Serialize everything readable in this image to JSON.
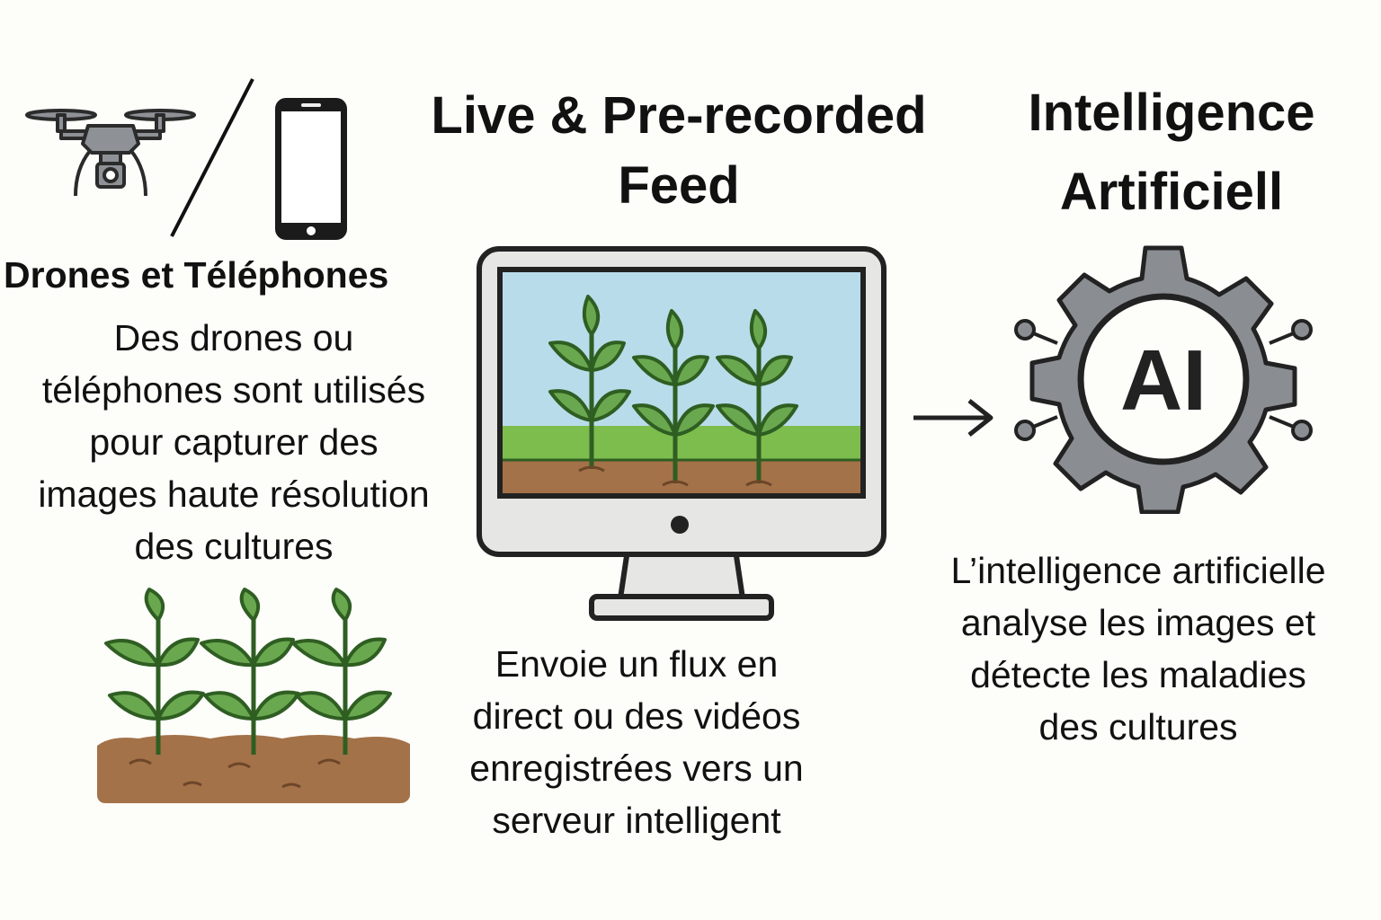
{
  "left": {
    "title": "Drones et Téléphones",
    "description": [
      "Des drones ou",
      "téléphones sont utilisés",
      "pour capturer des",
      "images haute résolution",
      "des cultures"
    ],
    "icons": [
      "drone-icon",
      "separator-slash",
      "smartphone-icon",
      "crops-soil-icon"
    ]
  },
  "center": {
    "title_lines": [
      "Live & Pre-recorded",
      "Feed"
    ],
    "description": [
      "Envoie un flux en",
      "direct ou des vidéos",
      "enregistrées vers un",
      "serveur intelligent"
    ],
    "icons": [
      "monitor-icon",
      "field-plants-icon"
    ]
  },
  "right": {
    "title_lines": [
      "Intelligence",
      "Artificiell"
    ],
    "gear_label": "AI",
    "description": [
      "L’intelligence artificielle",
      "analyse les images et",
      "détecte les maladies",
      "des cultures"
    ],
    "icons": [
      "ai-gear-icon"
    ]
  },
  "arrow": {
    "icon": "arrow-right-icon"
  },
  "colors": {
    "leaf": "#6aa84f",
    "leaf_outline": "#2f5e22",
    "soil": "#a47248",
    "grass": "#7cbd4e",
    "sky": "#b9dcea",
    "gear": "#8a8d92",
    "dark": "#222222"
  }
}
